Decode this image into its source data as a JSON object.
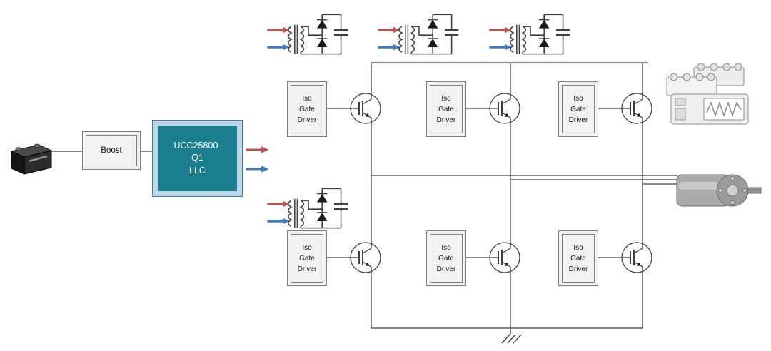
{
  "labels": {
    "boost": "Boost",
    "ucc_lines": [
      "UCC25800-",
      "Q1",
      "LLC"
    ],
    "gate_driver": "Iso\nGate\nDriver"
  },
  "colors": {
    "wire": "#3f3f3f",
    "diode": "#1a1a1a",
    "red": "#b85450",
    "blue": "#3e7cc0",
    "teal-fill": "#1b7e8d",
    "teal-outer": "#bdd7e9",
    "teal-border": "#4a7ba6",
    "box-fill": "#f2f2f2",
    "box-border": "#7f7f7f"
  },
  "icons": {
    "battery-icon": "black isometric 12V battery block",
    "gate-transformer-icon": "isolation transformer with two rectifier diodes and capacitor",
    "red-arrow-icon": "red drive-output arrow",
    "blue-arrow-icon": "blue drive-output arrow",
    "igbt-icon": "IGBT transistor symbol in circle",
    "ground-icon": "chassis ground hatch",
    "motor-icon": "electric motor / generator cylinder",
    "engine-icon": "combustion engine block"
  }
}
